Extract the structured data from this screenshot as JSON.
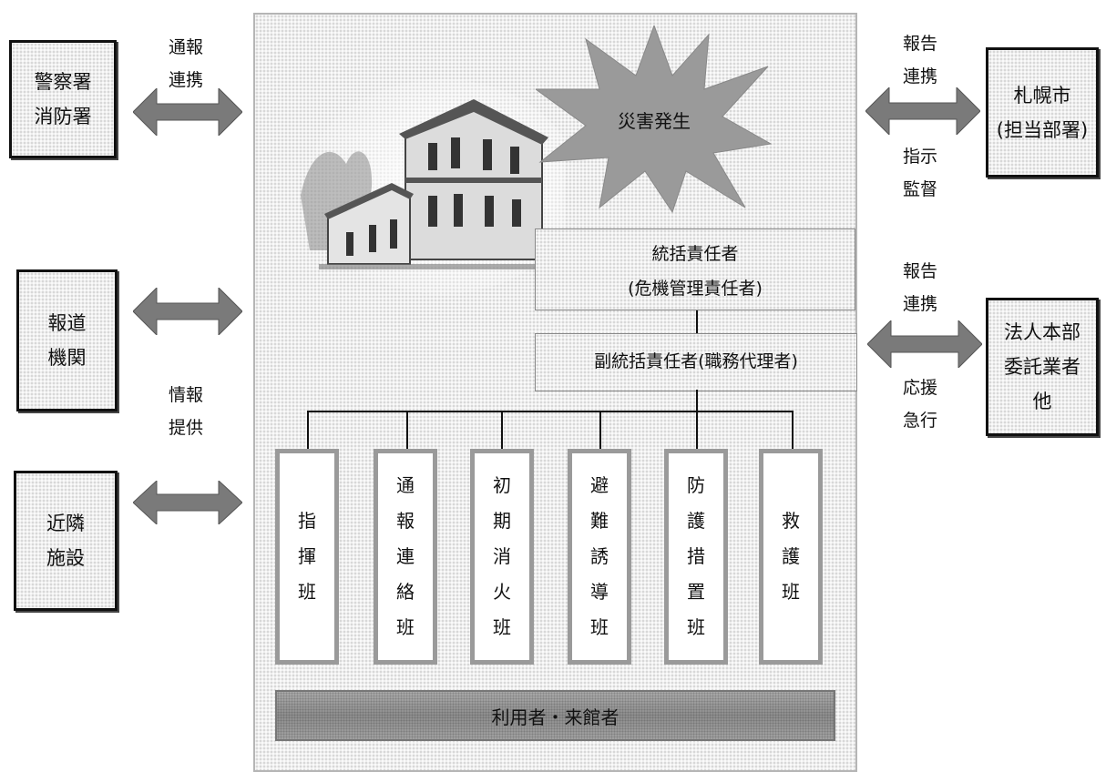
{
  "diagram": {
    "external_left": [
      {
        "lines": [
          "警察署",
          "消防署"
        ]
      },
      {
        "lines": [
          "報道",
          "機関"
        ]
      },
      {
        "lines": [
          "近隣",
          "施設"
        ]
      }
    ],
    "external_right": [
      {
        "lines": [
          "札幌市",
          "(担当部署)"
        ]
      },
      {
        "lines": [
          "法人本部",
          "委託業者",
          "他"
        ]
      }
    ],
    "edge_labels": {
      "police_fire": [
        "通報",
        "連携"
      ],
      "media": [
        "情報",
        "提供"
      ],
      "sapporo_upper": [
        "報告",
        "連携"
      ],
      "sapporo_lower": [
        "指示",
        "監督"
      ],
      "corp_upper": [
        "報告",
        "連携"
      ],
      "corp_lower": [
        "応援",
        "急行"
      ]
    },
    "disaster": "災害発生",
    "chief": {
      "line1": "統括責任者",
      "line2": "(危機管理責任者)"
    },
    "deputy": "副統括責任者(職務代理者)",
    "teams": [
      {
        "chars": [
          "指",
          "揮",
          "班"
        ]
      },
      {
        "chars": [
          "通",
          "報",
          "連",
          "絡",
          "班"
        ]
      },
      {
        "chars": [
          "初",
          "期",
          "消",
          "火",
          "班"
        ]
      },
      {
        "chars": [
          "避",
          "難",
          "誘",
          "導",
          "班"
        ]
      },
      {
        "chars": [
          "防",
          "護",
          "措",
          "置",
          "班"
        ]
      },
      {
        "chars": [
          "救",
          "護",
          "班"
        ]
      }
    ],
    "users": "利用者・来館者",
    "illustration": "building-illustration"
  }
}
